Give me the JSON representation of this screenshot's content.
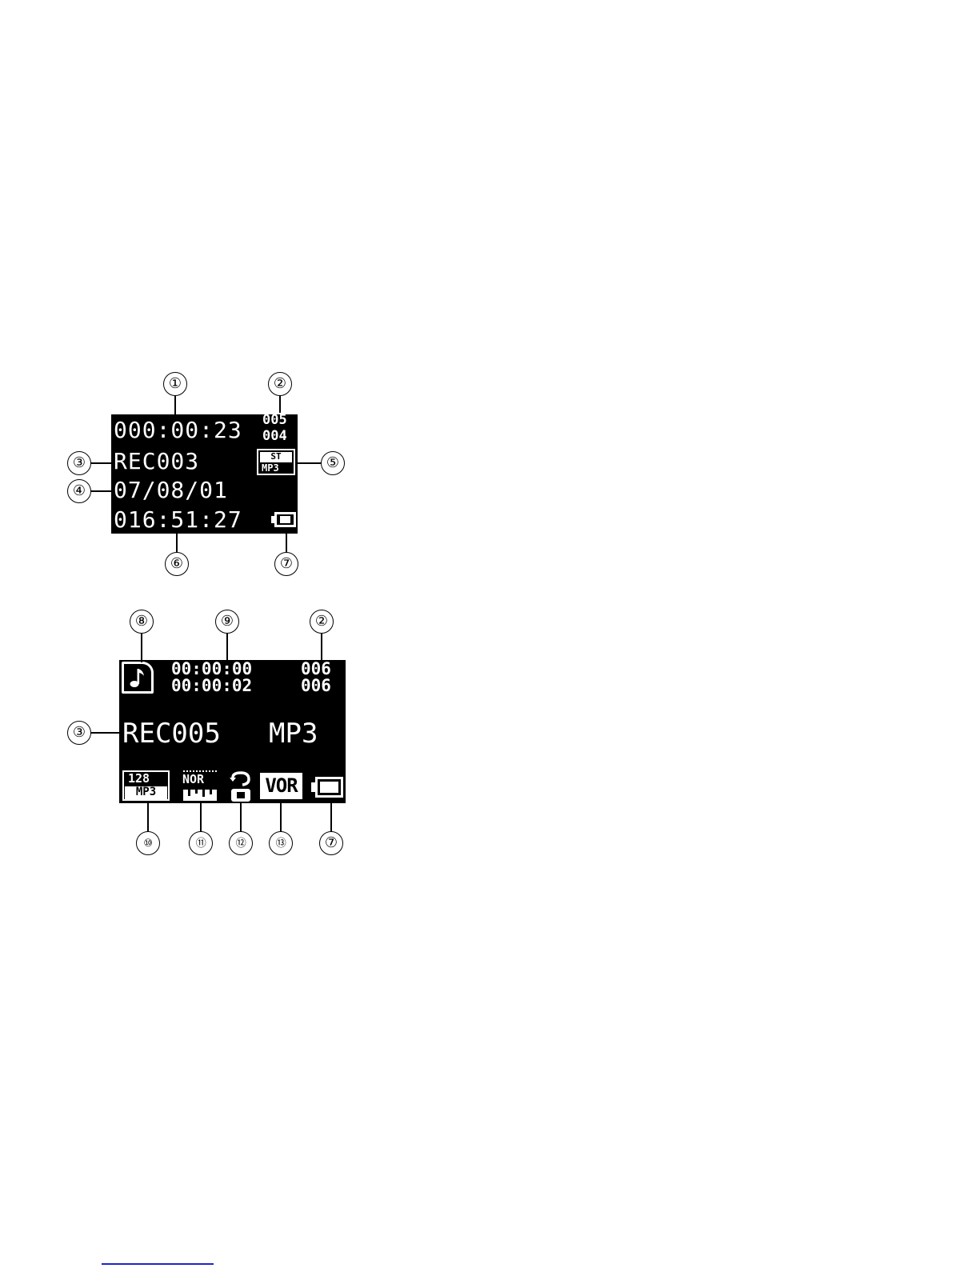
{
  "colors": {
    "lcd_background": "#000000",
    "lcd_text": "#ffffff",
    "callout": "#000000"
  },
  "screen1": {
    "elapsed_time": "000:00:23",
    "track_current": "005",
    "track_total": "004",
    "filename": "REC003",
    "badge_top": "ST",
    "badge_bottom": "MP3",
    "date": "07/08/01",
    "clock": "016:51:27",
    "battery_icon": "battery-icon"
  },
  "screen2": {
    "mode_icon": "music-note-icon",
    "time_top": "00:00:00",
    "time_bottom": "00:00:02",
    "track_top": "006",
    "track_bottom": "006",
    "filename": "REC005",
    "format": "MP3",
    "bitrate_top": "128",
    "bitrate_bottom": "MP3",
    "eq_label": "NOR",
    "repeat_icon": "repeat-icon",
    "vor_label": "VOR",
    "battery_icon": "battery-icon"
  },
  "callouts": {
    "c1": "①",
    "c2": "②",
    "c3": "③",
    "c4": "④",
    "c5": "⑤",
    "c6": "⑥",
    "c7": "⑦",
    "c8": "⑧",
    "c9": "⑨",
    "c10": "⑩",
    "c11": "⑪",
    "c12": "⑫",
    "c13": "⑬"
  }
}
